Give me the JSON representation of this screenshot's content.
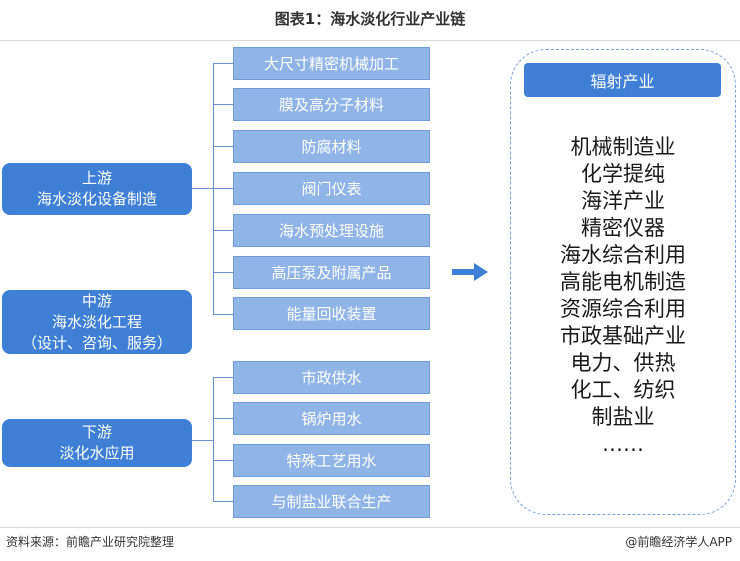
{
  "title": "图表1：海水淡化行业产业链",
  "source": "资料来源：前瞻产业研究院整理",
  "brand": "@前瞻经济学人APP",
  "stages": {
    "upstream": {
      "title": "上游",
      "subtitle": "海水淡化设备制造"
    },
    "midstream": {
      "title": "中游",
      "subtitle": "海水淡化工程",
      "note": "（设计、咨询、服务）"
    },
    "downstream": {
      "title": "下游",
      "subtitle": "淡化水应用"
    }
  },
  "upstream_items": [
    "大尺寸精密机械加工",
    "膜及高分子材料",
    "防腐材料",
    "阀门仪表",
    "海水预处理设施",
    "高压泵及附属产品",
    "能量回收装置"
  ],
  "downstream_items": [
    "市政供水",
    "锅炉用水",
    "特殊工艺用水",
    "与制盐业联合生产"
  ],
  "radiation": {
    "header": "辐射产业",
    "items": [
      "机械制造业",
      "化学提纯",
      "海洋产业",
      "精密仪器",
      "海水综合利用",
      "高能电机制造",
      "资源综合利用",
      "市政基础产业",
      "电力、供热",
      "化工、纺织",
      "制盐业",
      "……"
    ]
  },
  "colors": {
    "stage": "#3f7fd6",
    "item": "#8fb4e6",
    "connector": "#6a8fcf",
    "panel_border": "#7aa4dc"
  }
}
